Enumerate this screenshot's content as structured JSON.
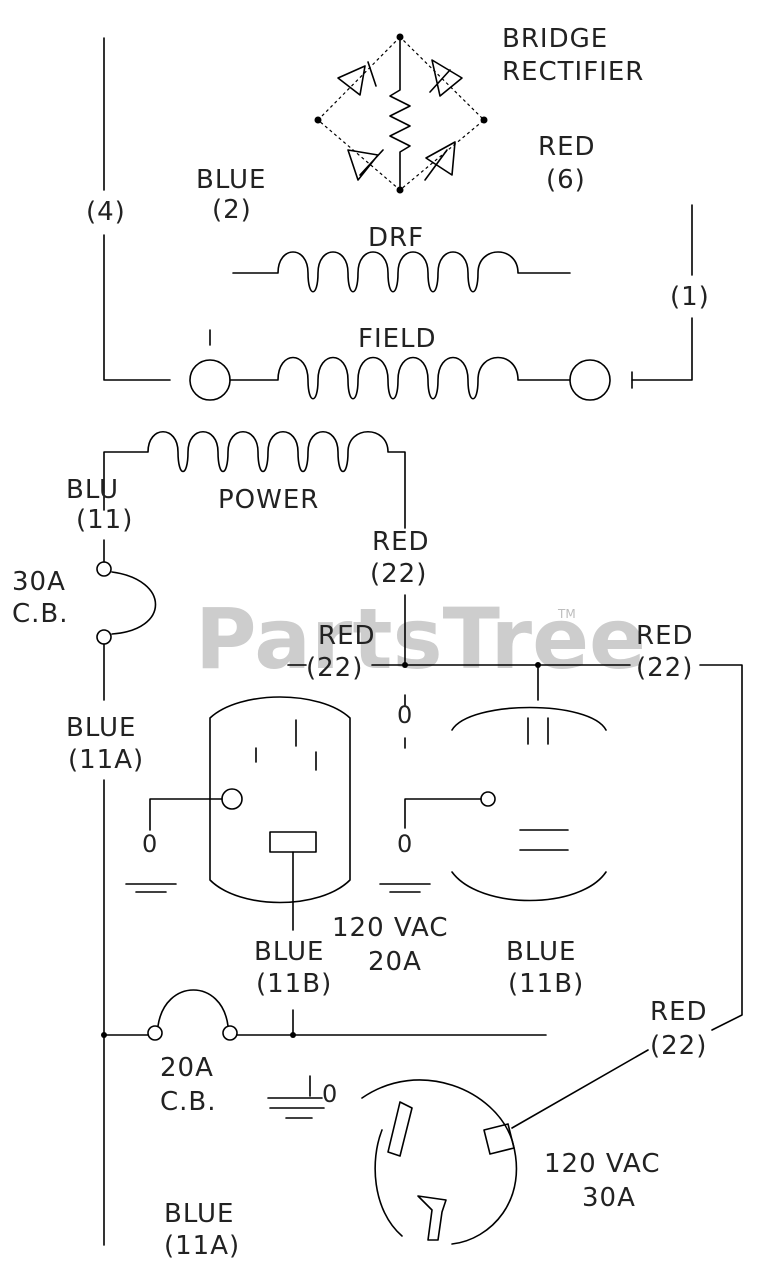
{
  "labels": {
    "bridge_line1": "BRIDGE",
    "bridge_line2": "RECTIFIER",
    "red": "RED",
    "w6": "(6)",
    "blue": "BLUE",
    "w2": "(2)",
    "w4": "(4)",
    "w1": "(1)",
    "drf": "DRF",
    "field": "FIELD",
    "power": "POWER",
    "blu": "BLU",
    "w11_top": "(11)",
    "cb30": "30A",
    "cb_abbr": "C.B.",
    "w22_a": "(22)",
    "w22_b": "(22)",
    "w22_c": "(22)",
    "w22_d": "(22)",
    "w11a": "(11A)",
    "w11a_bottom": "(11A)",
    "w11b_a": "(11B)",
    "w11b_b": "(11B)",
    "recept120": "120 VAC",
    "amp20": "20A",
    "cb20": "20A",
    "amp30": "30A",
    "zero": "0"
  },
  "watermark": {
    "text": "PartsTree",
    "tm": "TM"
  }
}
